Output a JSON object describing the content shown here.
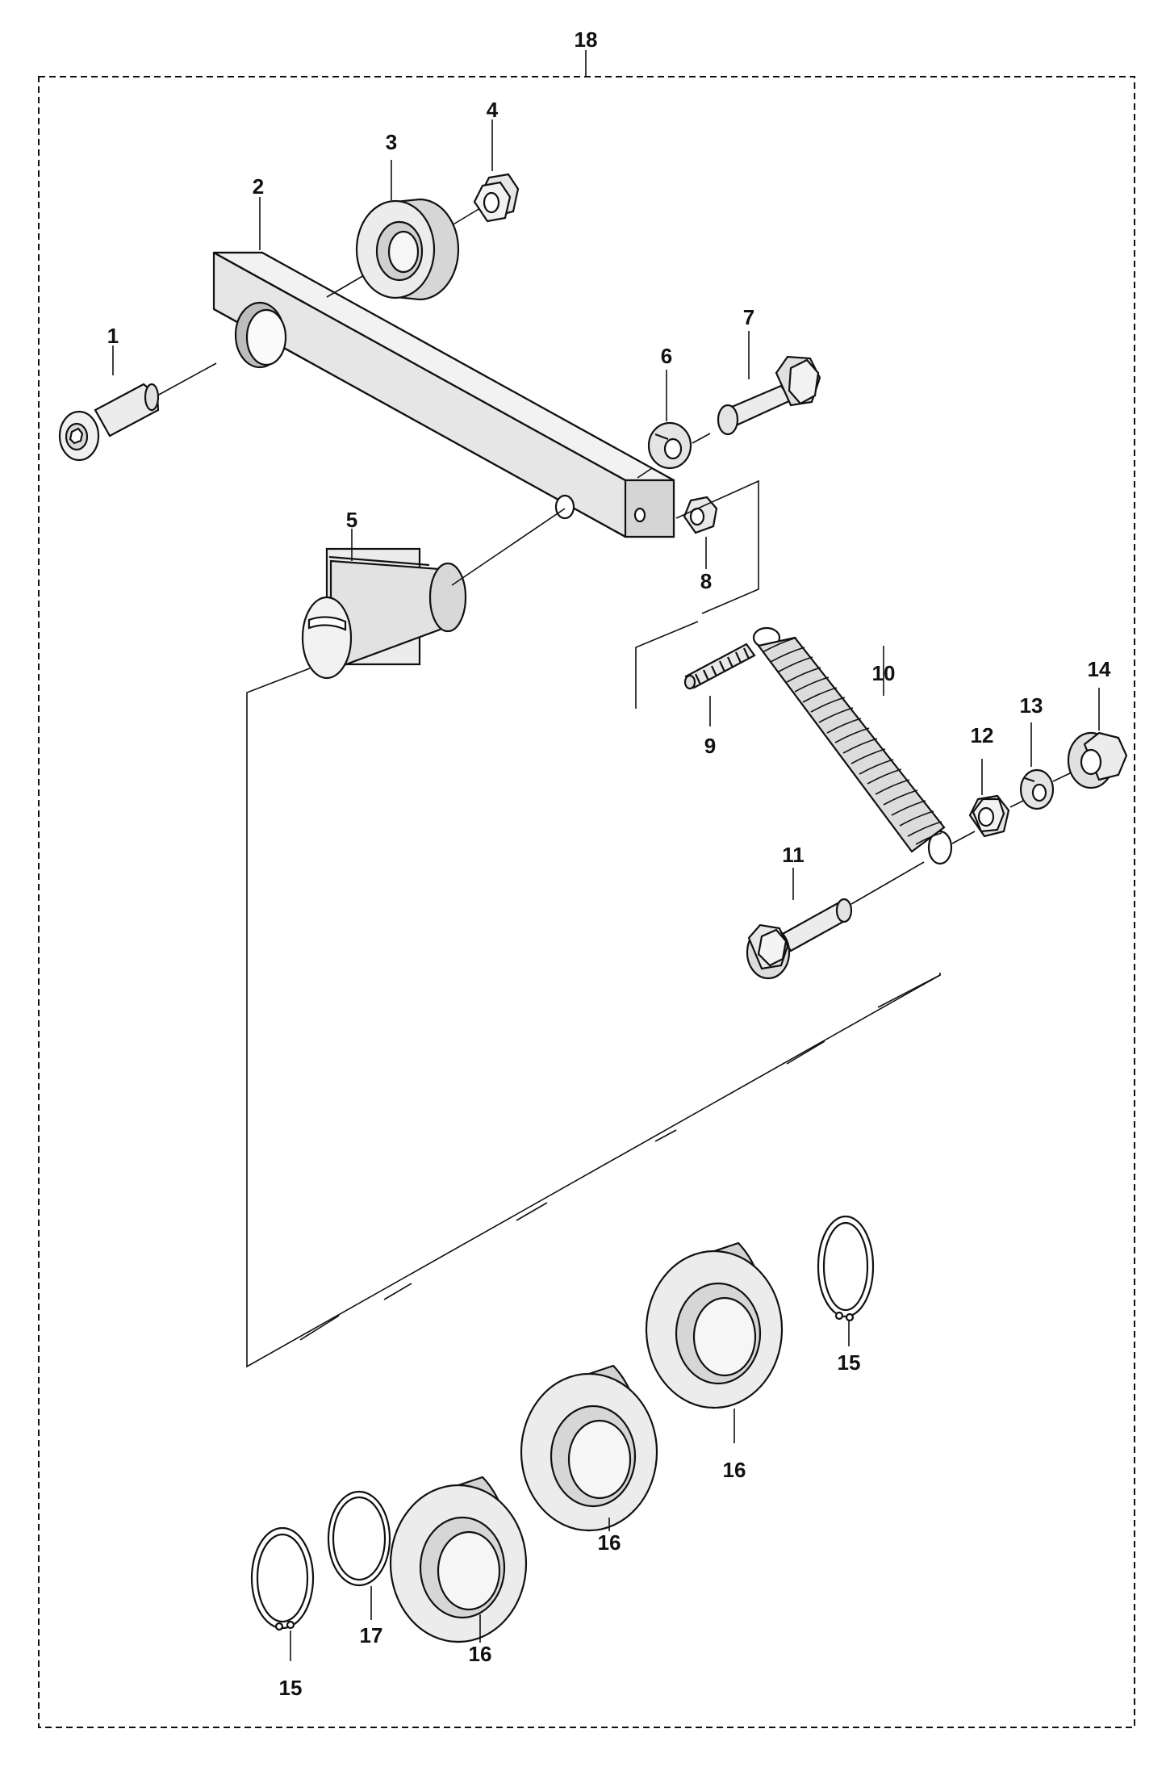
{
  "diagram": {
    "assembly_label": "18",
    "labels": {
      "p1": "1",
      "p2": "2",
      "p3": "3",
      "p4": "4",
      "p5": "5",
      "p6": "6",
      "p7": "7",
      "p8": "8",
      "p9": "9",
      "p10": "10",
      "p11": "11",
      "p12": "12",
      "p13": "13",
      "p14": "14",
      "p15a": "15",
      "p15b": "15",
      "p16a": "16",
      "p16b": "16",
      "p16c": "16",
      "p17": "17"
    },
    "colors": {
      "line": "#111111",
      "part_fill": "#ececec",
      "part_shade": "#c8c8c8",
      "background": "#ffffff"
    }
  }
}
